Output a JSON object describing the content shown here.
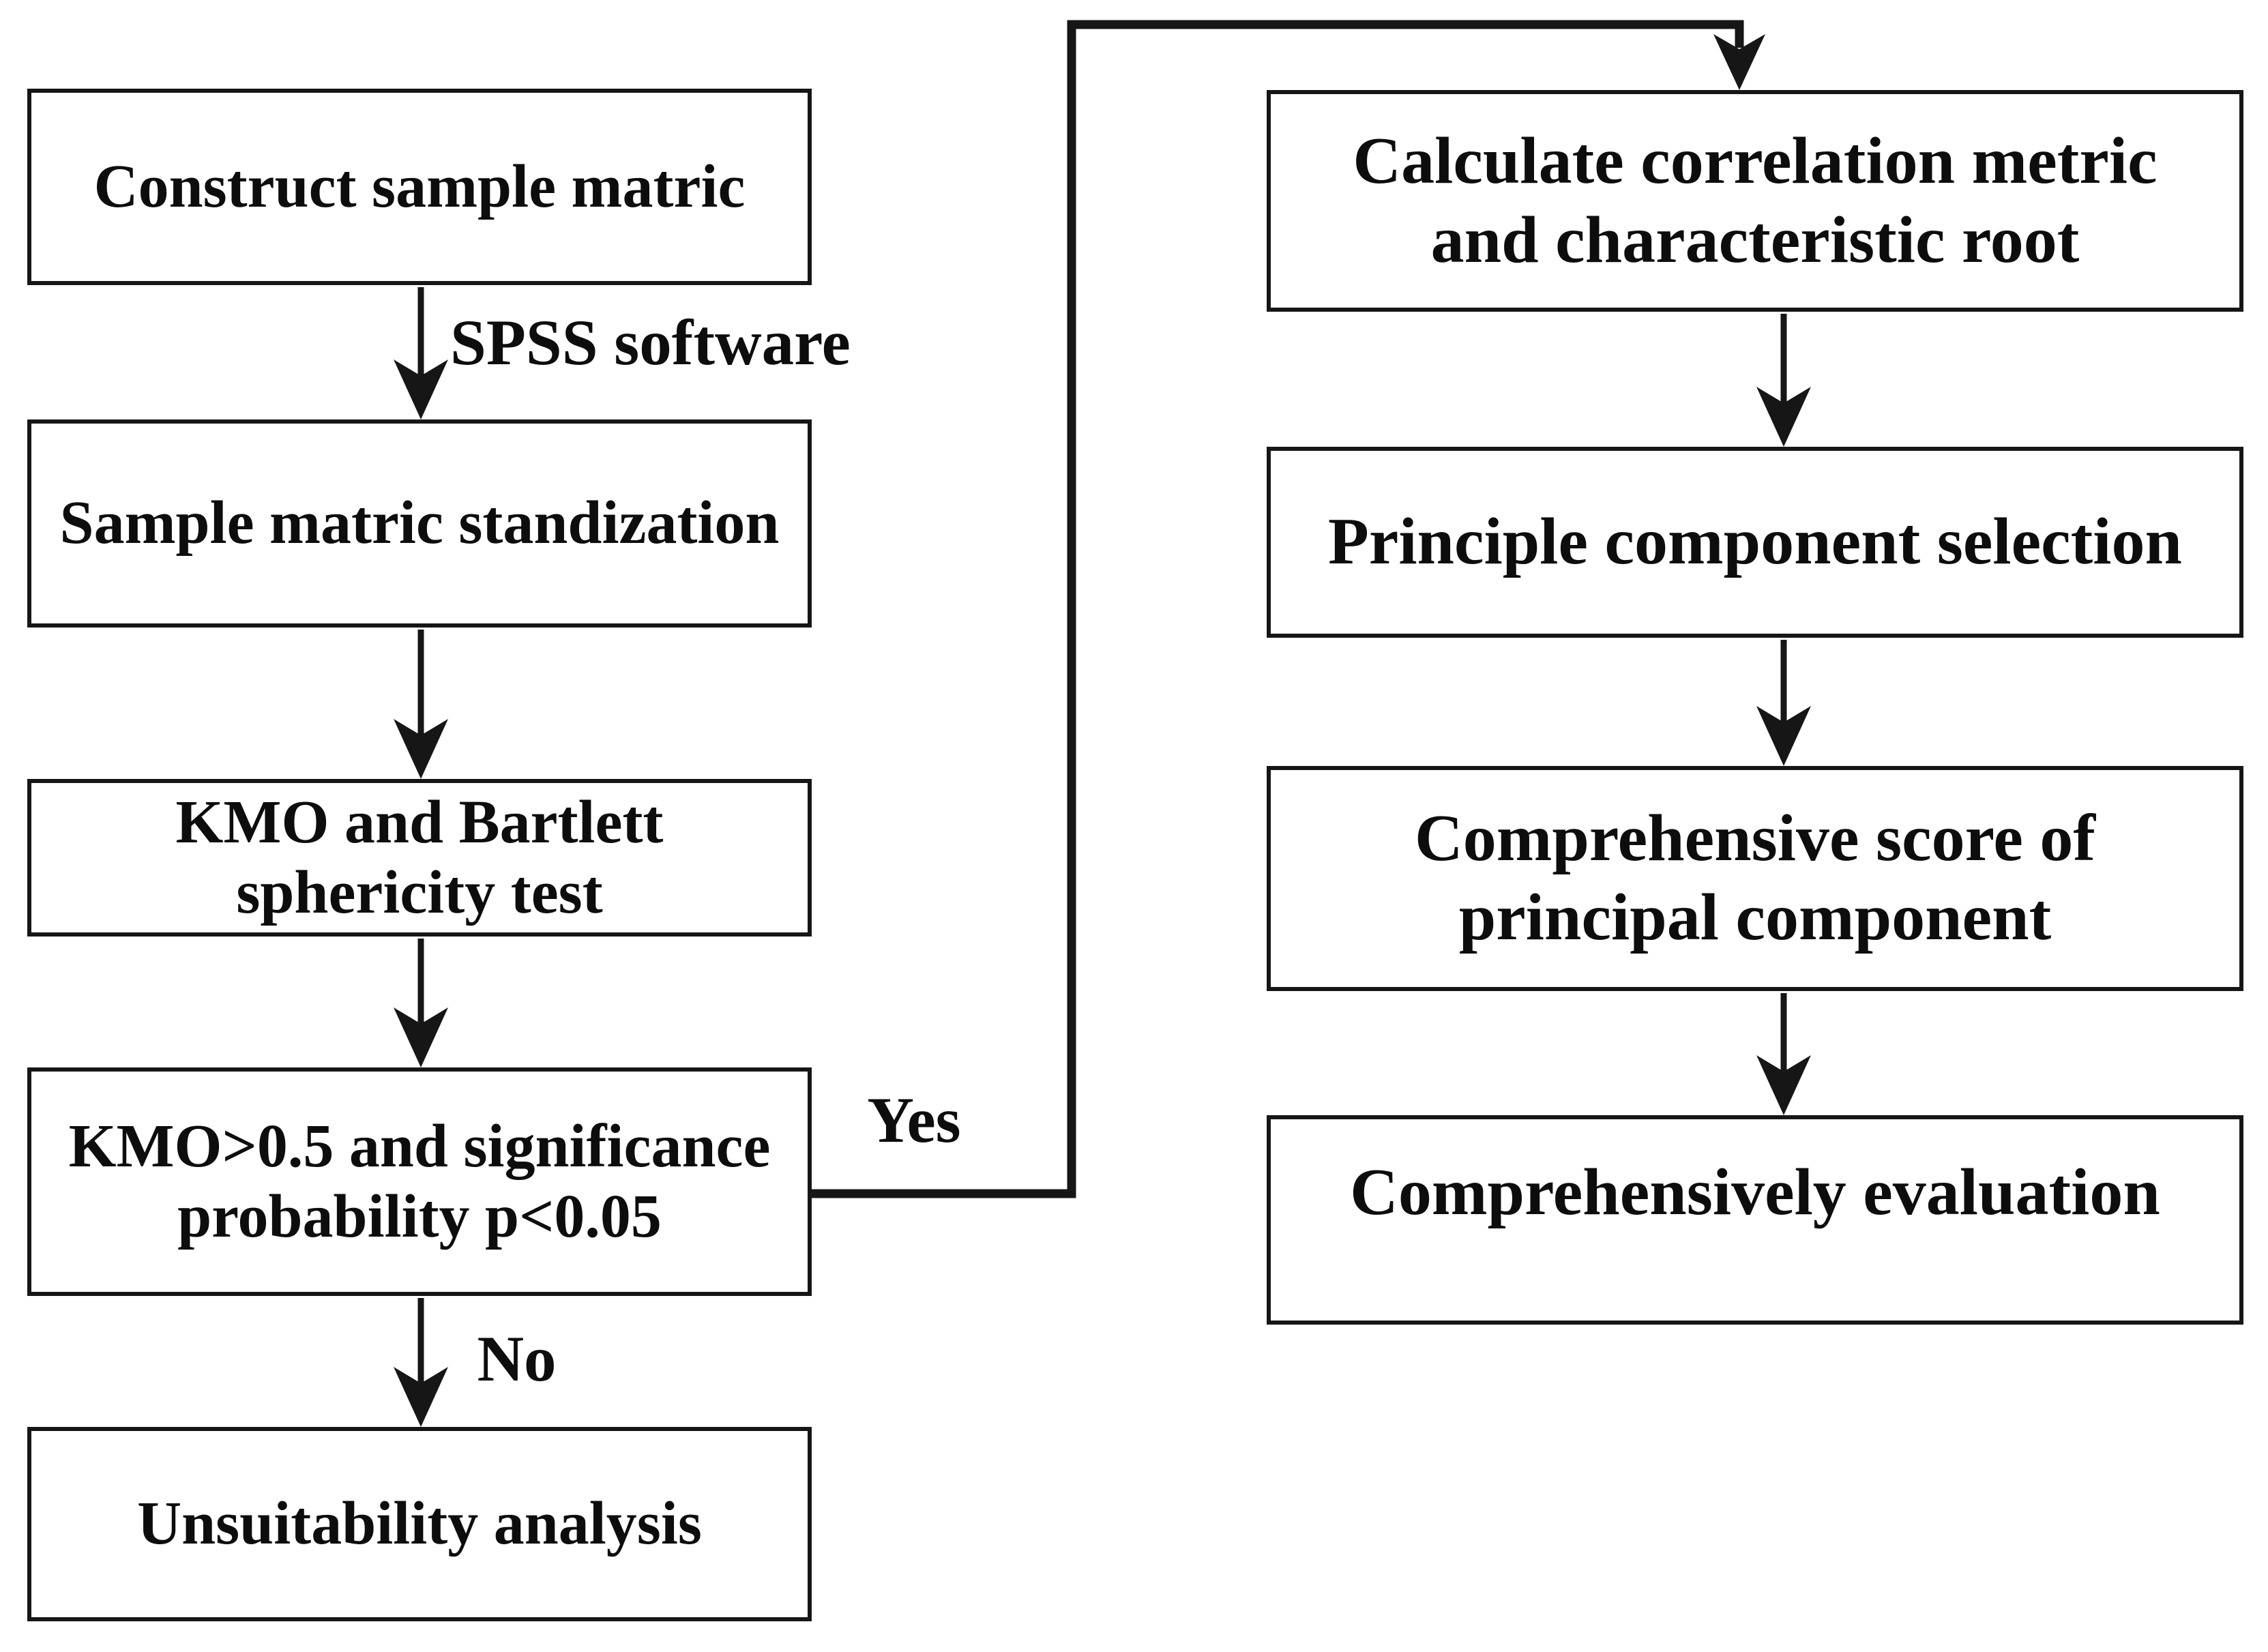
{
  "figure": {
    "type": "flowchart",
    "background": "#ffffff",
    "line_color": "#161616",
    "text_color": "#0d0d0d"
  },
  "labels": {
    "spss": "SPSS software",
    "yes": "Yes",
    "no": "No"
  },
  "left": {
    "box1": {
      "line1": "Construct sample matric"
    },
    "box2": {
      "line1": "Sample matric standization"
    },
    "box3": {
      "line1": "KMO and Bartlett",
      "line2": "sphericity test"
    },
    "box4": {
      "line1": "KMO>0.5 and significance",
      "line2": "probability p<0.05"
    },
    "box5": {
      "line1": "Unsuitability analysis"
    }
  },
  "right": {
    "box1": {
      "line1": "Calculate correlation metric",
      "line2": "and characteristic root"
    },
    "box2": {
      "line1": "Principle component selection"
    },
    "box3": {
      "line1": "Comprehensive score of",
      "line2": "principal component"
    },
    "box4": {
      "line1": "Comprehensively evaluation"
    }
  }
}
